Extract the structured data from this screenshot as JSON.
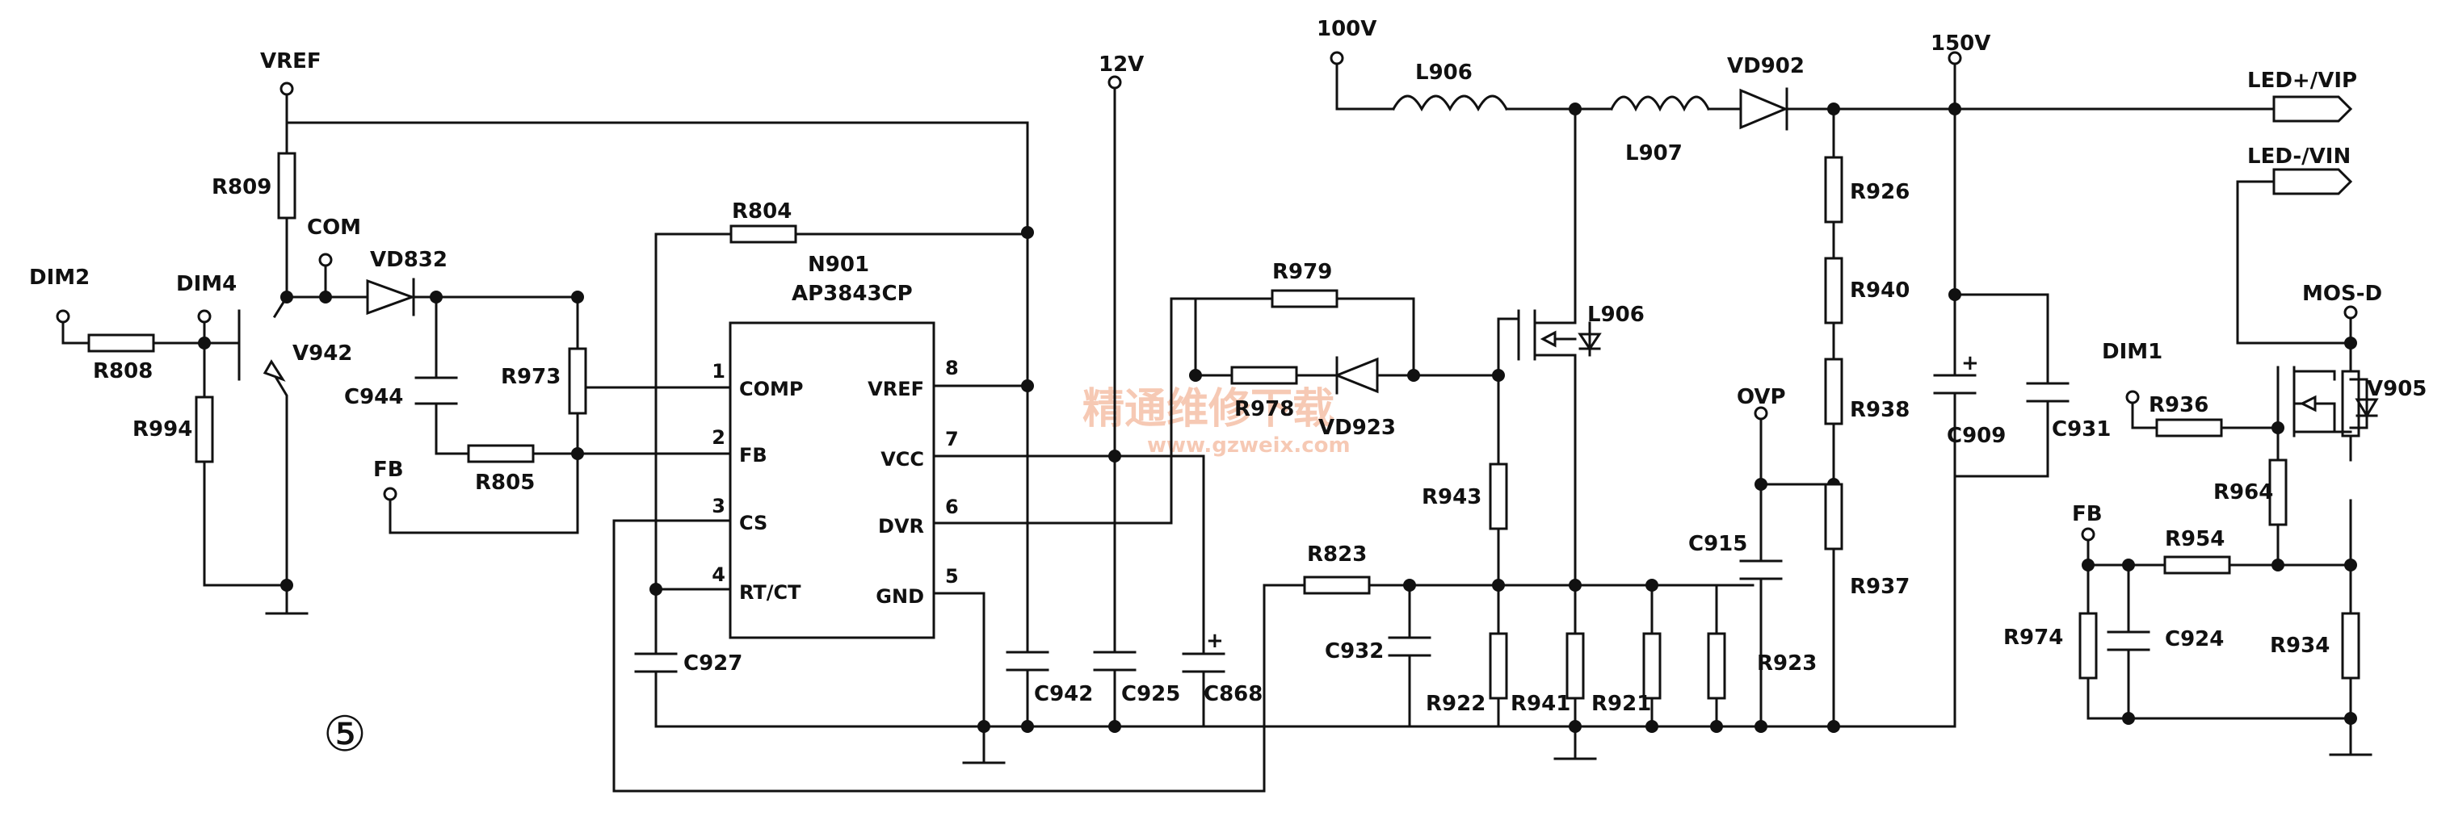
{
  "ic": {
    "ref": "N901",
    "part": "AP3843CP",
    "pins_left": [
      {
        "num": "1",
        "name": "COMP"
      },
      {
        "num": "2",
        "name": "FB"
      },
      {
        "num": "3",
        "name": "CS"
      },
      {
        "num": "4",
        "name": "RT/CT"
      }
    ],
    "pins_right": [
      {
        "num": "8",
        "name": "VREF"
      },
      {
        "num": "7",
        "name": "VCC"
      },
      {
        "num": "6",
        "name": "DVR"
      },
      {
        "num": "5",
        "name": "GND"
      }
    ]
  },
  "nets": {
    "vref": "VREF",
    "v12": "12V",
    "v100": "100V",
    "v150": "150V",
    "com": "COM",
    "fb_left": "FB",
    "fb_right": "FB",
    "ovp": "OVP",
    "mos_d": "MOS-D",
    "dim1": "DIM1",
    "dim2": "DIM2",
    "dim4": "DIM4",
    "led_plus": "LED+/VIP",
    "led_minus": "LED-/VIN"
  },
  "components": {
    "R809": "R809",
    "R808": "R808",
    "R994": "R994",
    "V942": "V942",
    "VD832": "VD832",
    "C944": "C944",
    "R973": "R973",
    "R805": "R805",
    "R804": "R804",
    "C927": "C927",
    "C942": "C942",
    "C925": "C925",
    "C868": "C868",
    "R979": "R979",
    "R978": "R978",
    "VD923": "VD923",
    "L906_mos": "L906",
    "R943": "R943",
    "R823": "R823",
    "C932": "C932",
    "R922": "R922",
    "R941": "R941",
    "R921": "R921",
    "L906": "L906",
    "L907": "L907",
    "VD902": "VD902",
    "R926": "R926",
    "R940": "R940",
    "R938": "R938",
    "R937": "R937",
    "C915": "C915",
    "R923": "R923",
    "C909": "C909",
    "C931": "C931",
    "R936": "R936",
    "V905": "V905",
    "R964": "R964",
    "R954": "R954",
    "R974": "R974",
    "C924": "C924",
    "R934": "R934"
  },
  "polarity_mark": "+",
  "figure_number": "⑤",
  "watermark": {
    "text": "精通维修下载",
    "url": "www.gzweix.com"
  }
}
